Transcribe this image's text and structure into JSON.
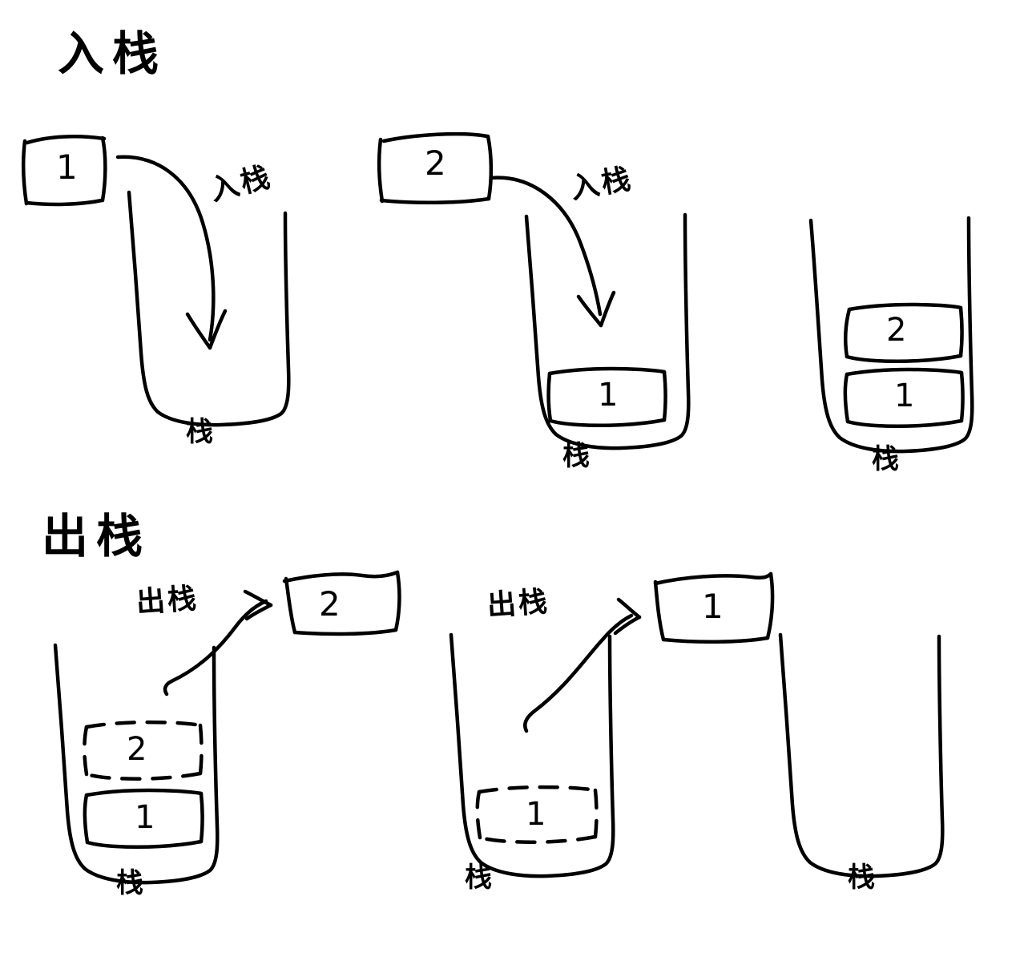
{
  "diagram": {
    "title_push": "入栈",
    "title_pop": "出栈",
    "stack_caption": "栈",
    "push_label": "入栈",
    "pop_label": "出栈",
    "ink_color": "#000000",
    "background_color": "#ffffff"
  },
  "rows": [
    {
      "name": "push-row",
      "heading": "入栈",
      "panels": [
        {
          "name": "push-step-1",
          "incoming_box": {
            "value": "1"
          },
          "arrow_label": "入栈",
          "stack_items": [],
          "caption": "栈"
        },
        {
          "name": "push-step-2",
          "incoming_box": {
            "value": "2"
          },
          "arrow_label": "入栈",
          "stack_items": [
            {
              "value": "1",
              "style": "solid"
            }
          ],
          "caption": "栈"
        },
        {
          "name": "push-step-3",
          "incoming_box": null,
          "arrow_label": null,
          "stack_items": [
            {
              "value": "2",
              "style": "solid"
            },
            {
              "value": "1",
              "style": "solid"
            }
          ],
          "caption": "栈"
        }
      ]
    },
    {
      "name": "pop-row",
      "heading": "出栈",
      "panels": [
        {
          "name": "pop-step-1",
          "outgoing_box": {
            "value": "2"
          },
          "arrow_label": "出栈",
          "stack_items": [
            {
              "value": "2",
              "style": "dashed"
            },
            {
              "value": "1",
              "style": "solid"
            }
          ],
          "caption": "栈"
        },
        {
          "name": "pop-step-2",
          "outgoing_box": {
            "value": "1"
          },
          "arrow_label": "出栈",
          "stack_items": [
            {
              "value": "1",
              "style": "dashed"
            }
          ],
          "caption": "栈"
        },
        {
          "name": "pop-step-3",
          "outgoing_box": null,
          "arrow_label": null,
          "stack_items": [],
          "caption": "栈"
        }
      ]
    }
  ],
  "labels": {
    "push_title": "入栈",
    "pop_title": "出栈",
    "p1_box": "1",
    "p1_arrow": "入栈",
    "p1_caption": "栈",
    "p2_box": "2",
    "p2_arrow": "入栈",
    "p2_item_1": "1",
    "p2_caption": "栈",
    "p3_item_2": "2",
    "p3_item_1": "1",
    "p3_caption": "栈",
    "p4_arrow": "出栈",
    "p4_box": "2",
    "p4_item_2": "2",
    "p4_item_1": "1",
    "p4_caption": "栈",
    "p5_arrow": "出栈",
    "p5_box": "1",
    "p5_item_1": "1",
    "p5_caption": "栈",
    "p6_caption": "栈"
  }
}
